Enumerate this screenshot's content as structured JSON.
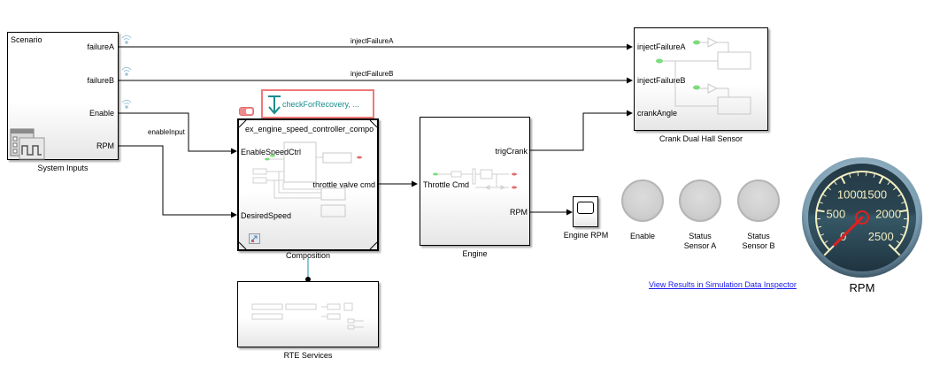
{
  "blocks": {
    "system_inputs": {
      "title": "Scenario",
      "caption": "System Inputs",
      "ports": [
        "failureA",
        "failureB",
        "Enable",
        "RPM"
      ]
    },
    "composition": {
      "title": "ex_engine_speed_controller_compo",
      "caption": "Composition",
      "inports": [
        "EnableSpeedCtrl",
        "DesiredSpeed"
      ],
      "outport": "throttle valve cmd",
      "callout": "checkForRecovery, ..."
    },
    "engine": {
      "caption": "Engine",
      "inport": "Throttle Cmd",
      "outports": [
        "trigCrank",
        "RPM"
      ]
    },
    "scope": {
      "caption": "Engine RPM"
    },
    "crank_sensor": {
      "caption": "Crank Dual Hall Sensor",
      "inports": [
        "injectFailureA",
        "injectFailureB",
        "crankAngle"
      ]
    },
    "rte_services": {
      "caption": "RTE Services"
    }
  },
  "signals": {
    "inject_a": "injectFailureA",
    "inject_b": "injectFailureB",
    "enable_input": "enableInput"
  },
  "lamps": [
    {
      "label": "Enable"
    },
    {
      "label": "Status\nSensor A"
    },
    {
      "label": "Status\nSensor B"
    }
  ],
  "gauge": {
    "label": "RPM",
    "ticks": [
      "0",
      "500",
      "1000",
      "1500",
      "2000",
      "2500"
    ],
    "min": 0,
    "max": 2500,
    "value": 0
  },
  "link": {
    "label": "View Results in Simulation Data Inspector"
  },
  "colors": {
    "callout_border": "#f07878",
    "callout_text": "#1a8c8c",
    "link": "#1a1aee",
    "needle": "#e02020",
    "gauge_face": "#2e4a57",
    "gauge_arc": "#f2eec0",
    "green_dot": "#7ddc7d",
    "red_dot": "#e66c6c"
  }
}
